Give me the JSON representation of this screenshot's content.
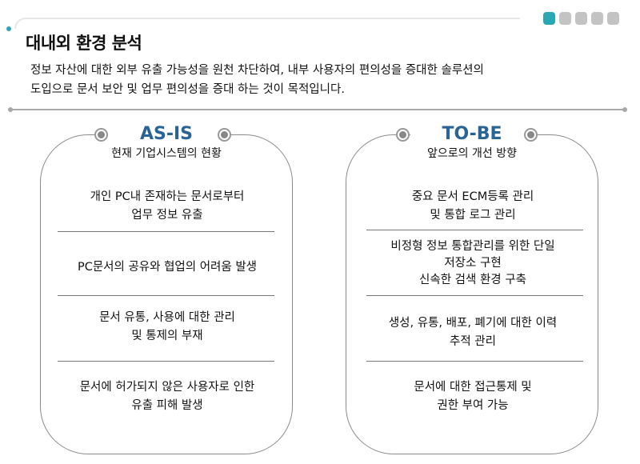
{
  "header": {
    "title": "대내외 환경 분석",
    "description_lines": [
      "정보 자산에 대한 외부 유출 가능성을 원천 차단하여, 내부 사용자의 편의성을 증대한 솔루션의",
      "도입으로 문서 보안 및 업무 편의성을 증대 하는 것이 목적입니다."
    ]
  },
  "pager": {
    "total": 5,
    "current": 1,
    "active_color": "#2aa7b5"
  },
  "as_is": {
    "title": "AS-IS",
    "subtitle": "현재 기업시스템의 현황",
    "items": [
      [
        "개인 PC내 존재하는 문서로부터",
        "업무 정보 유출"
      ],
      [
        "PC문서의 공유와 협업의 어려움 발생"
      ],
      [
        "문서 유통, 사용에 대한 관리",
        "및 통제의 부재"
      ],
      [
        "문서에 허가되지 않은 사용자로 인한",
        "유출 피해 발생"
      ]
    ]
  },
  "to_be": {
    "title": "TO-BE",
    "subtitle": "앞으로의 개선 방향",
    "items": [
      [
        "중요 문서 ECM등록 관리",
        "및 통합 로그 관리"
      ],
      [
        "비정형 정보 통합관리를 위한 단일",
        "저장소 구현",
        "신속한 검색 환경 구축"
      ],
      [
        "생성, 유통, 배포, 폐기에 대한 이력",
        "추적 관리"
      ],
      [
        "문서에 대한 접근통제 및",
        "권한 부여 가능"
      ]
    ]
  }
}
